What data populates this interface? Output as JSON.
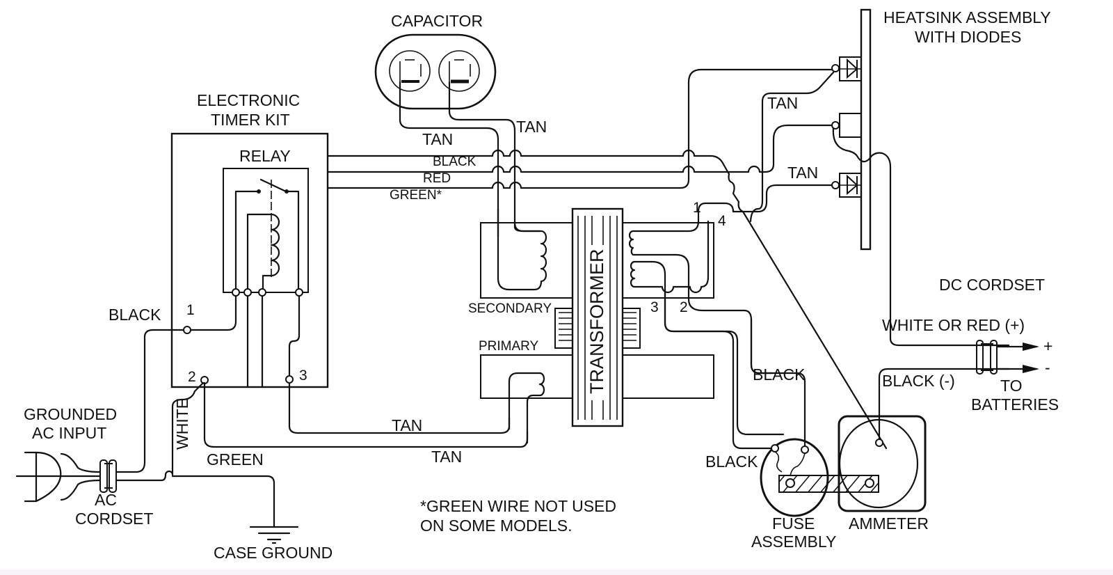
{
  "diagram": {
    "title_components": {
      "capacitor": "CAPACITOR",
      "timer_kit_line1": "ELECTRONIC",
      "timer_kit_line2": "TIMER KIT",
      "relay": "RELAY",
      "heatsink_line1": "HEATSINK ASSEMBLY",
      "heatsink_line2": "WITH DIODES",
      "transformer": "TRANSFORMER",
      "secondary": "SECONDARY",
      "primary": "PRIMARY",
      "dc_cordset": "DC CORDSET",
      "grounded_ac_line1": "GROUNDED",
      "grounded_ac_line2": "AC INPUT",
      "ac_cordset_line1": "AC",
      "ac_cordset_line2": "CORDSET",
      "case_ground": "CASE GROUND",
      "fuse_line1": "FUSE",
      "fuse_line2": "ASSEMBLY",
      "ammeter": "AMMETER",
      "to_batteries_line1": "TO",
      "to_batteries_line2": "BATTERIES"
    },
    "wire_labels": {
      "cap_tan_left": "TAN",
      "cap_tan_right": "TAN",
      "bus_black": "BLACK",
      "bus_red": "RED",
      "bus_green": "GREEN*",
      "heatsink_tan_top": "TAN",
      "heatsink_tan_bottom": "TAN",
      "timer_black": "BLACK",
      "white": "WHITE",
      "green_ground": "GREEN",
      "primary_tan_1": "TAN",
      "primary_tan_2": "TAN",
      "fuse_black_top": "BLACK",
      "fuse_black_left": "BLACK",
      "dc_positive": "WHITE OR RED (+)",
      "dc_negative": "BLACK (-)",
      "plus_sign": "+",
      "minus_sign": "-"
    },
    "terminal_numbers": {
      "timer_1": "1",
      "timer_2": "2",
      "timer_3": "3",
      "sec_1": "1",
      "sec_2": "2",
      "sec_3": "3",
      "sec_4": "4"
    },
    "footnote_line1": "*GREEN WIRE NOT USED",
    "footnote_line2": "ON SOME MODELS."
  }
}
